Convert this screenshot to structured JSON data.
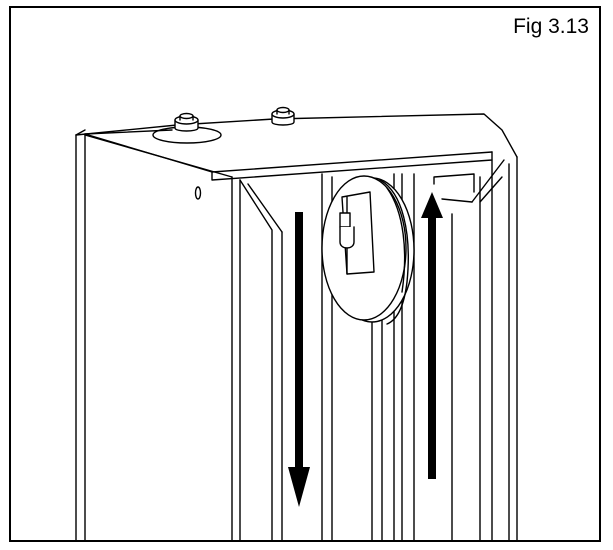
{
  "figure": {
    "label": "Fig 3.13",
    "line_color": "#000000",
    "background": "#ffffff",
    "arrows": [
      {
        "name": "down-arrow",
        "direction": "down"
      },
      {
        "name": "up-arrow",
        "direction": "up"
      }
    ]
  }
}
